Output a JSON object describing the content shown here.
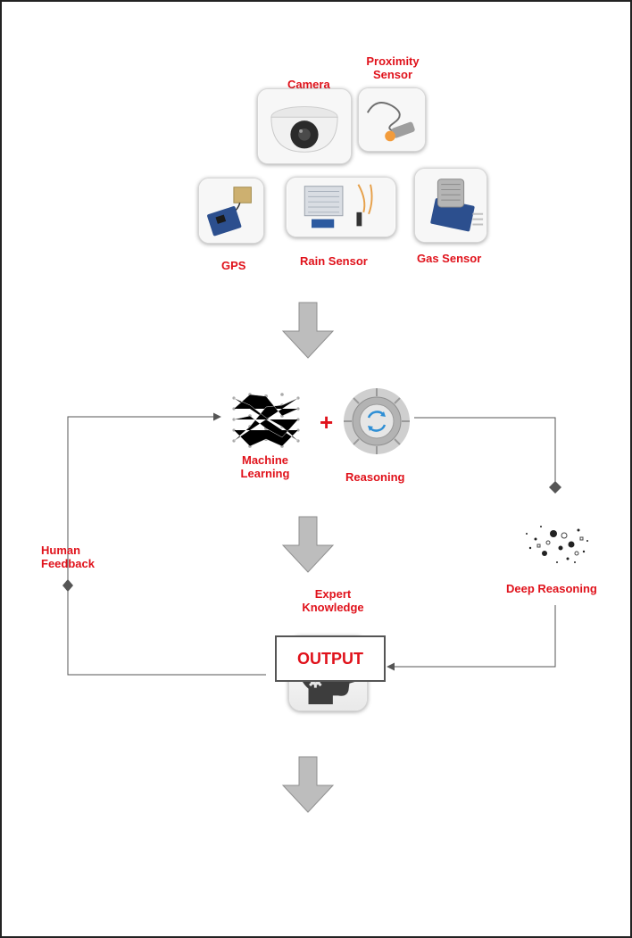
{
  "colors": {
    "label": "#e0121b",
    "arrow_fill": "#bdbdbd",
    "arrow_stroke": "#8f8f8f",
    "line": "#555555"
  },
  "sensors": {
    "camera": "Camera",
    "proximity": "Proximity Sensor",
    "gps": "GPS",
    "rain": "Rain Sensor",
    "gas": "Gas Sensor"
  },
  "processing": {
    "machine_learning": "Machine Learning",
    "plus": "+",
    "reasoning": "Reasoning",
    "deep_reasoning": "Deep Reasoning",
    "expert_knowledge": "Expert Knowledge",
    "human_feedback": "Human Feedback"
  },
  "output": {
    "label": "OUTPUT"
  },
  "icons": {
    "camera": "dome-camera-icon",
    "proximity": "proximity-sensor-icon",
    "gps": "gps-module-icon",
    "rain": "rain-sensor-icon",
    "gas": "gas-sensor-icon",
    "machine_learning": "neural-network-icon",
    "reasoning": "gear-cycle-icon",
    "deep_reasoning": "scattered-particles-icon",
    "expert": "head-gears-icon"
  }
}
